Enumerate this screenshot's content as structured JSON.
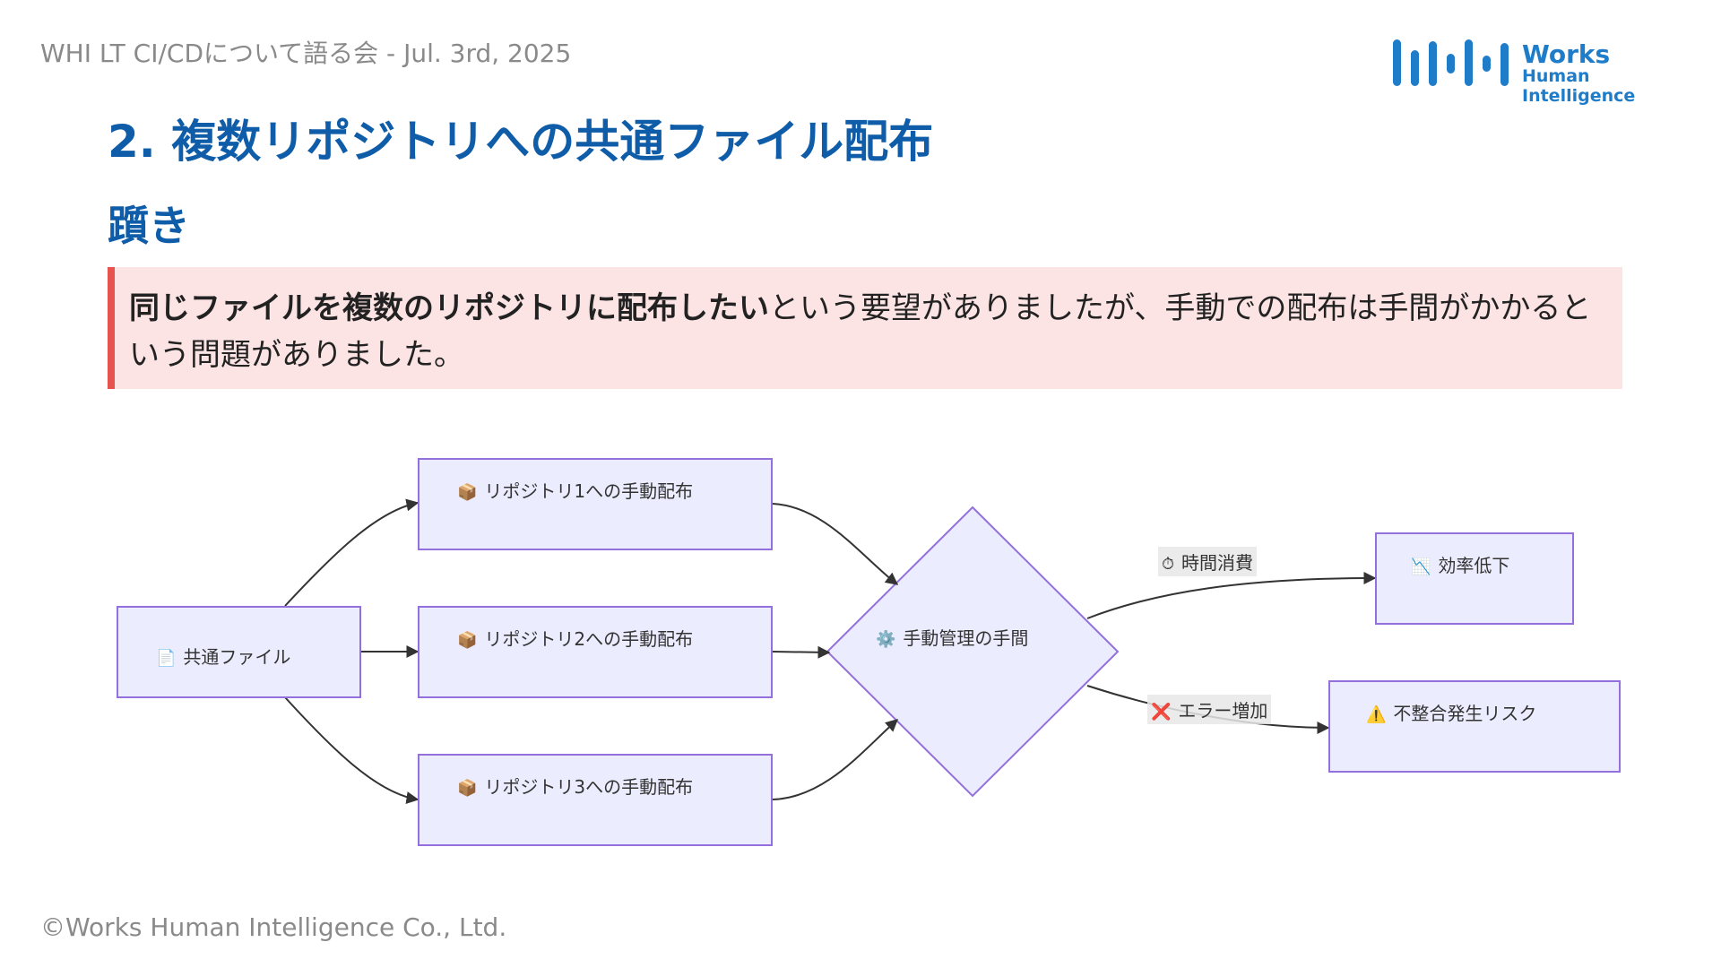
{
  "header": {
    "event_text": "WHI LT CI/CDについて語る会 - Jul. 3rd, 2025",
    "logo_line1": "Works",
    "logo_line2": "Human Intelligence"
  },
  "slide": {
    "title": "2. 複数リポジトリへの共通ファイル配布",
    "section": "躓き",
    "callout_bold": "同じファイルを複数のリポジトリに配布したい",
    "callout_rest": "という要望がありましたが、手動での配布は手間がかかるという問題がありました。"
  },
  "diagram": {
    "nodes": {
      "common_file": {
        "icon": "📄",
        "label": "共通ファイル"
      },
      "repo1": {
        "icon": "📦",
        "label": "リポジトリ1への手動配布"
      },
      "repo2": {
        "icon": "📦",
        "label": "リポジトリ2への手動配布"
      },
      "repo3": {
        "icon": "📦",
        "label": "リポジトリ3への手動配布"
      },
      "manual": {
        "icon": "⚙️",
        "label": "手動管理の手間"
      },
      "efficiency": {
        "icon": "📉",
        "label": "効率低下"
      },
      "risk": {
        "icon": "⚠️",
        "label": "不整合発生リスク"
      }
    },
    "edges": {
      "time": {
        "icon": "⏱",
        "label": "時間消費"
      },
      "error": {
        "icon": "❌",
        "label": "エラー増加"
      }
    },
    "colors": {
      "node_fill": "#ececff",
      "node_stroke": "#9370db",
      "edge_stroke": "#333333"
    }
  },
  "footer": {
    "copyright": "©Works Human Intelligence Co., Ltd."
  }
}
